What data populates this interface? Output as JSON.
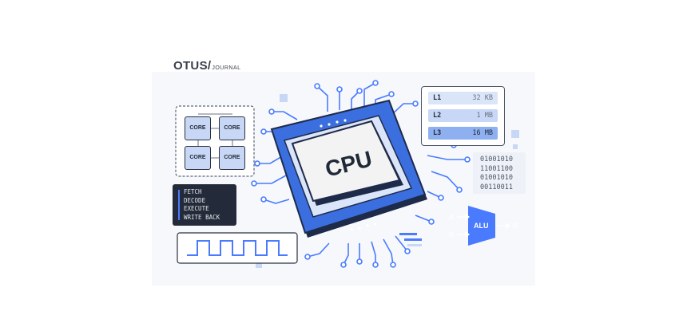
{
  "brand": {
    "name": "OTUS/",
    "sub": "JOURNAL"
  },
  "cpu": {
    "label": "CPU"
  },
  "cores": [
    "CORE",
    "CORE",
    "CORE",
    "CORE"
  ],
  "cache": [
    {
      "level": "L1",
      "size": "32 KB"
    },
    {
      "level": "L2",
      "size": "1 MB"
    },
    {
      "level": "L3",
      "size": "16 MB"
    }
  ],
  "binary": [
    "01001010",
    "11001100",
    "01001010",
    "00110011"
  ],
  "pipeline": [
    "FETCH",
    "DECODE",
    "EXECUTE",
    "WRITE BACK"
  ],
  "alu": {
    "label": "ALU",
    "input_a": "A",
    "input_b": "B",
    "output": "R"
  },
  "colors": {
    "accent": "#3b6fe0",
    "dark": "#232b3a",
    "light_blue": "#c7d7f5",
    "outline": "#2b3140"
  }
}
